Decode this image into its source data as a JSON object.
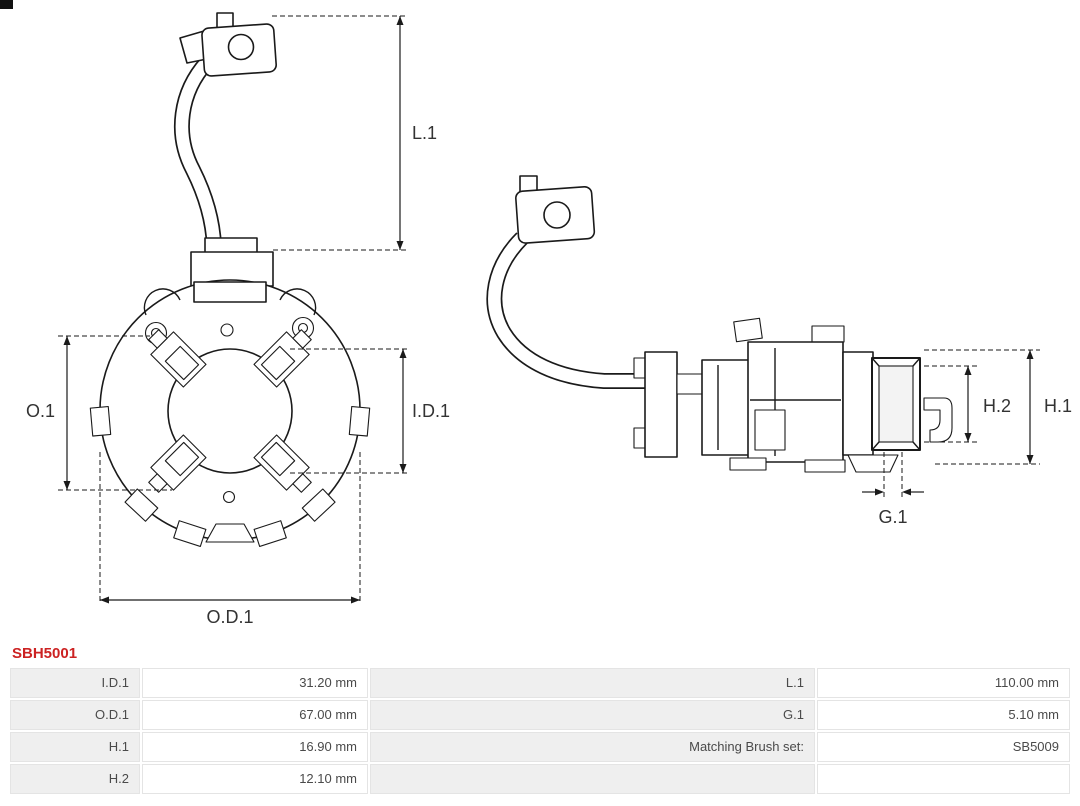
{
  "colors": {
    "accent": "#cc2222",
    "line": "#1a1a1a",
    "label-bg": "#efefef",
    "cell-border": "#e4e4e4",
    "text": "#4a4a4a"
  },
  "part_code": "SBH5001",
  "diagram": {
    "front_view_labels": {
      "L1": "L.1",
      "O1": "O.1",
      "ID1": "I.D.1",
      "OD1": "O.D.1"
    },
    "side_view_labels": {
      "H1": "H.1",
      "H2": "H.2",
      "G1": "G.1"
    }
  },
  "table": {
    "rows": [
      {
        "c1": "I.D.1",
        "c2": "31.20 mm",
        "c3": "L.1",
        "c4": "110.00 mm"
      },
      {
        "c1": "O.D.1",
        "c2": "67.00 mm",
        "c3": "G.1",
        "c4": "5.10 mm"
      },
      {
        "c1": "H.1",
        "c2": "16.90 mm",
        "c3": "Matching Brush set:",
        "c4": "SB5009"
      },
      {
        "c1": "H.2",
        "c2": "12.10 mm",
        "c3": "",
        "c4": ""
      }
    ]
  }
}
